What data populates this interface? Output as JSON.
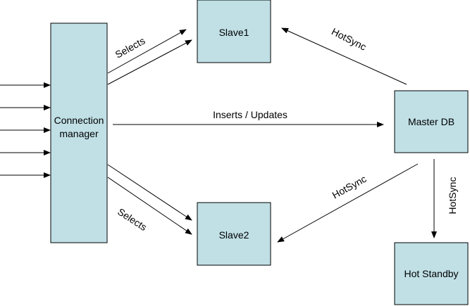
{
  "colors": {
    "box_fill": "#c0e0e6",
    "stroke": "#000000",
    "background": "#ffffff"
  },
  "nodes": {
    "connection_manager": {
      "line1": "Connection",
      "line2": "manager"
    },
    "slave1": {
      "label": "Slave1"
    },
    "slave2": {
      "label": "Slave2"
    },
    "master_db": {
      "label": "Master DB"
    },
    "hot_standby": {
      "label": "Hot Standby"
    }
  },
  "edges": {
    "selects_top": "Selects",
    "selects_bottom": "Selects",
    "inserts_updates": "Inserts / Updates",
    "hotsync_slave1": "HotSync",
    "hotsync_slave2": "HotSync",
    "hotsync_standby": "HotSync"
  }
}
